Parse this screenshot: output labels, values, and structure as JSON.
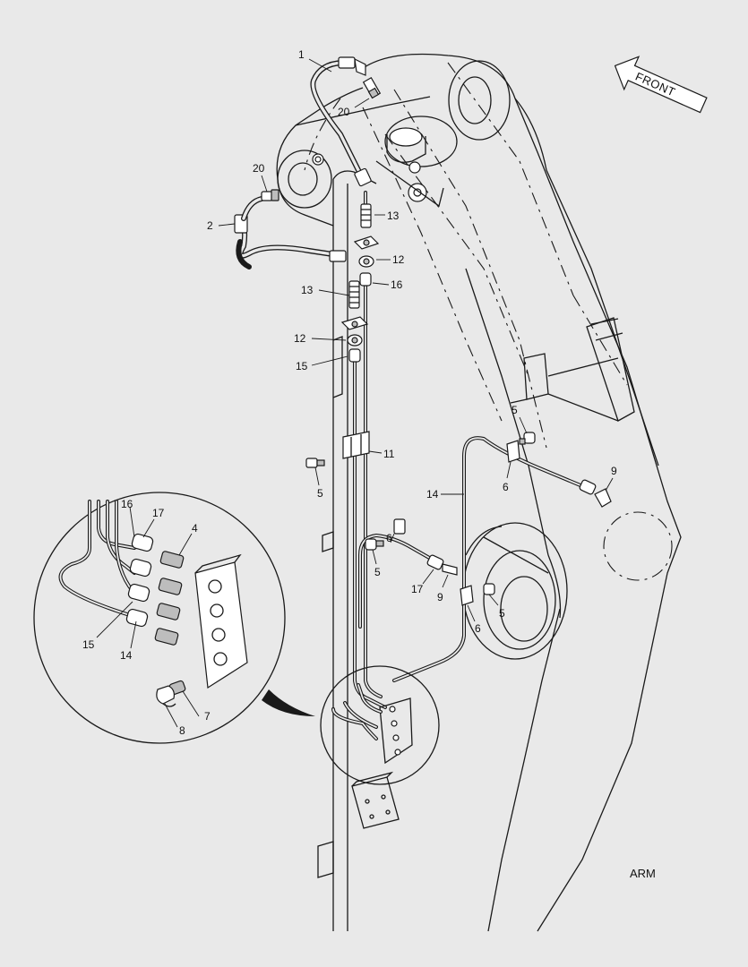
{
  "direction_label": "FRONT",
  "section_label": "ARM",
  "callouts": {
    "c1": "1",
    "c2": "2",
    "c4": "4",
    "c5a": "5",
    "c5b": "5",
    "c5c": "5",
    "c5d": "5",
    "c6a": "6",
    "c6b": "6",
    "c6c": "6",
    "c7": "7",
    "c8": "8",
    "c9a": "9",
    "c9b": "9",
    "c11": "11",
    "c12a": "12",
    "c12b": "12",
    "c13a": "13",
    "c13b": "13",
    "c14a": "14",
    "c14b": "14",
    "c15a": "15",
    "c15b": "15",
    "c16a": "16",
    "c16b": "16",
    "c17a": "17",
    "c17b": "17",
    "c20a": "20",
    "c20b": "20"
  },
  "colors": {
    "background": "#e9e9e9",
    "line": "#1a1a1a"
  }
}
